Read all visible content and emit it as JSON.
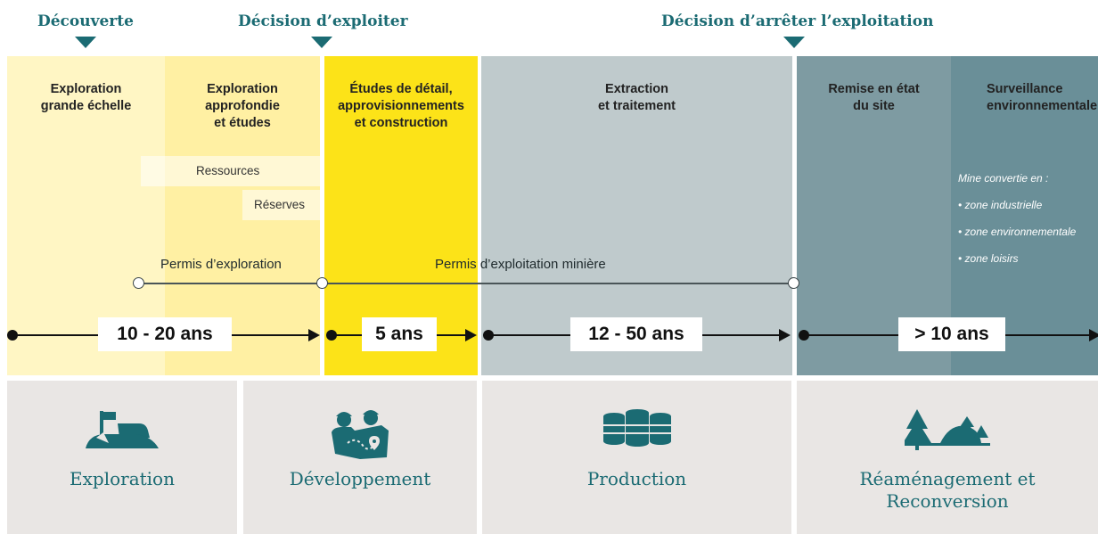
{
  "milestones": {
    "decouverte": "Découverte",
    "decision_exploiter": "Décision d’exploiter",
    "decision_arreter": "Décision d’arrêter l’exploitation"
  },
  "stages": {
    "exploration_grande_echelle": "Exploration\ngrande échelle",
    "exploration_approfondie": "Exploration\napprofondie\net études",
    "etudes_detail": "Études de détail,\napprovisionnements\net construction",
    "extraction": "Extraction\net traitement",
    "remise_en_etat": "Remise en état\ndu site",
    "surveillance": "Surveillance\nenvironnementale"
  },
  "tags": {
    "ressources": "Ressources",
    "reserves": "Réserves"
  },
  "mine_converted": {
    "title": "Mine convertie en :",
    "items": [
      "• zone industrielle",
      "• zone environnementale",
      "• zone loisirs"
    ]
  },
  "permits": {
    "exploration": "Permis d’exploration",
    "exploitation": "Permis d’exploitation minière"
  },
  "durations": {
    "exploration": "10 - 20 ans",
    "developpement": "5 ans",
    "production": "12 - 50 ans",
    "reamenagement": "> 10 ans"
  },
  "phases": {
    "exploration": "Exploration",
    "developpement": "Développement",
    "production": "Production",
    "reamenagement": "Réaménagement et\nReconversion"
  },
  "icons": {
    "exploration": "flag-on-hill-icon",
    "developpement": "workers-with-map-icon",
    "production": "stacked-ore-icon",
    "reamenagement": "trees-landscape-icon"
  },
  "colors": {
    "accent": "#1b6b73",
    "exploration_light": "#fff6c4",
    "exploration_mid": "#fff0a3",
    "developpement": "#fce318",
    "production": "#bfcacc",
    "remise": "#7e9ba2",
    "surveillance": "#6a8f98",
    "phase_bg": "#e9e6e4"
  }
}
